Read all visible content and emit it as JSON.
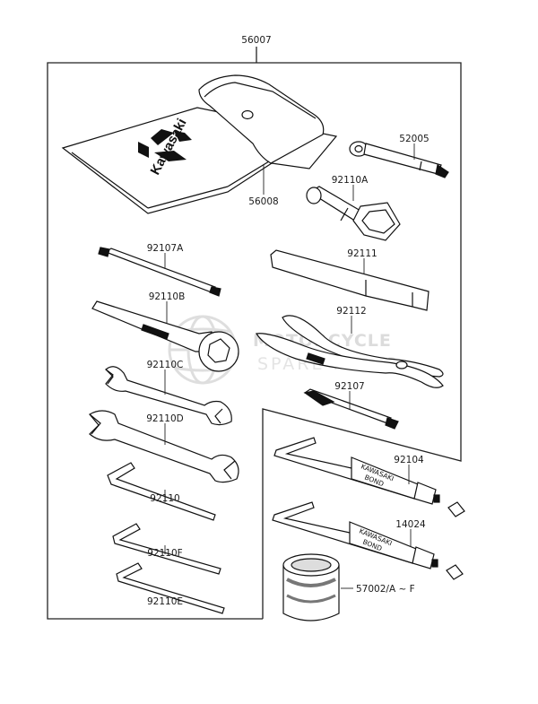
{
  "diagram": {
    "brand": "Kawasaki",
    "tube_text_line1": "KAWASAKI",
    "tube_text_line2": "BOND",
    "watermark_line1": "MOTORCYCLE",
    "watermark_line2": "SPARE PARTS",
    "parts": {
      "p56007": "56007",
      "p56008": "56008",
      "p52005": "52005",
      "p92110A": "92110A",
      "p92107A": "92107A",
      "p92111": "92111",
      "p92110B": "92110B",
      "p92112": "92112",
      "p92110C": "92110C",
      "p92107": "92107",
      "p92110D": "92110D",
      "p92104": "92104",
      "p92110": "92110",
      "p14024": "14024",
      "p92110F": "92110F",
      "p92110E": "92110E",
      "p57002": "57002/A ~ F"
    }
  }
}
